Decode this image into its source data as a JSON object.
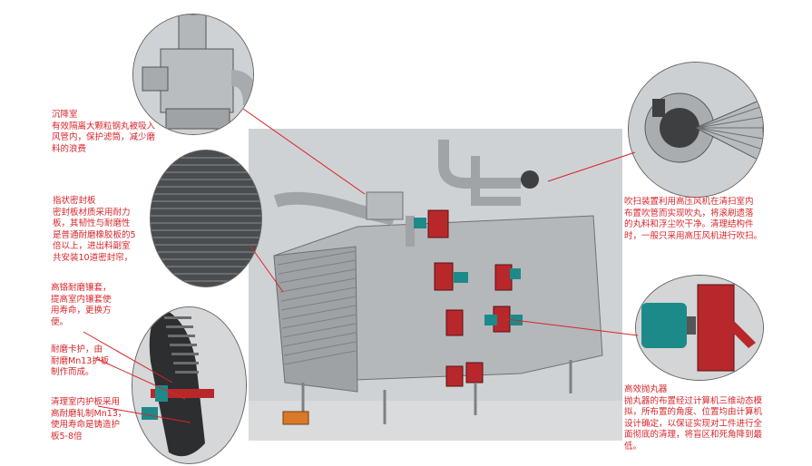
{
  "callouts": {
    "settling_chamber": {
      "title": "沉降室",
      "lines": [
        "有效隔离大颗粒钢丸被吸入",
        "风管内，保护滤筒，减少磨",
        "料的浪费"
      ]
    },
    "finger_seal": {
      "title": "指状密封板",
      "lines": [
        "密封板材质采用耐力",
        "板，其韧性与耐磨性",
        "是普通耐磨橡胶板的5",
        "倍以上，进出料副室",
        "共安装10道密封帘，"
      ]
    },
    "wear_sleeve": {
      "lines": [
        "高铬耐磨镶套，",
        "提高室内镶套使",
        "用寿命，更换方",
        "便。"
      ]
    },
    "wear_guard": {
      "lines": [
        "耐磨卡护，由",
        "耐磨Mn13护板",
        "制作而成。"
      ]
    },
    "guard_plate": {
      "lines": [
        "清理室内护板采用",
        "高耐磨轧制Mn13，",
        "使用寿命是铸造护",
        "板5-8倍"
      ]
    },
    "blower": {
      "lines": [
        "吹扫装置利用高压风机在清扫室内",
        "布置吹管而实现吹丸，将滚刷遗落",
        "的丸料和浮尘吹干净。清理结构件",
        "时，一般只采用高压风机进行吹扫。"
      ]
    },
    "blast_wheel": {
      "title": "高效抛丸器",
      "lines": [
        "抛丸器的布置经过计算机三维动态模",
        "拟，所布置的角度、位置均由计算机",
        "设计确定，以保证实现对工件进行全",
        "面彻底的清理，将盲区和死角降到最",
        "低。"
      ]
    }
  },
  "colors": {
    "text": "#d8242a",
    "leader": "#d8242a",
    "machine": "#a9adb0",
    "machine_dark": "#7d8184",
    "background_panel": "#c9ccce",
    "wheel_red": "#b8282b",
    "motor_teal": "#1d8a8a"
  }
}
